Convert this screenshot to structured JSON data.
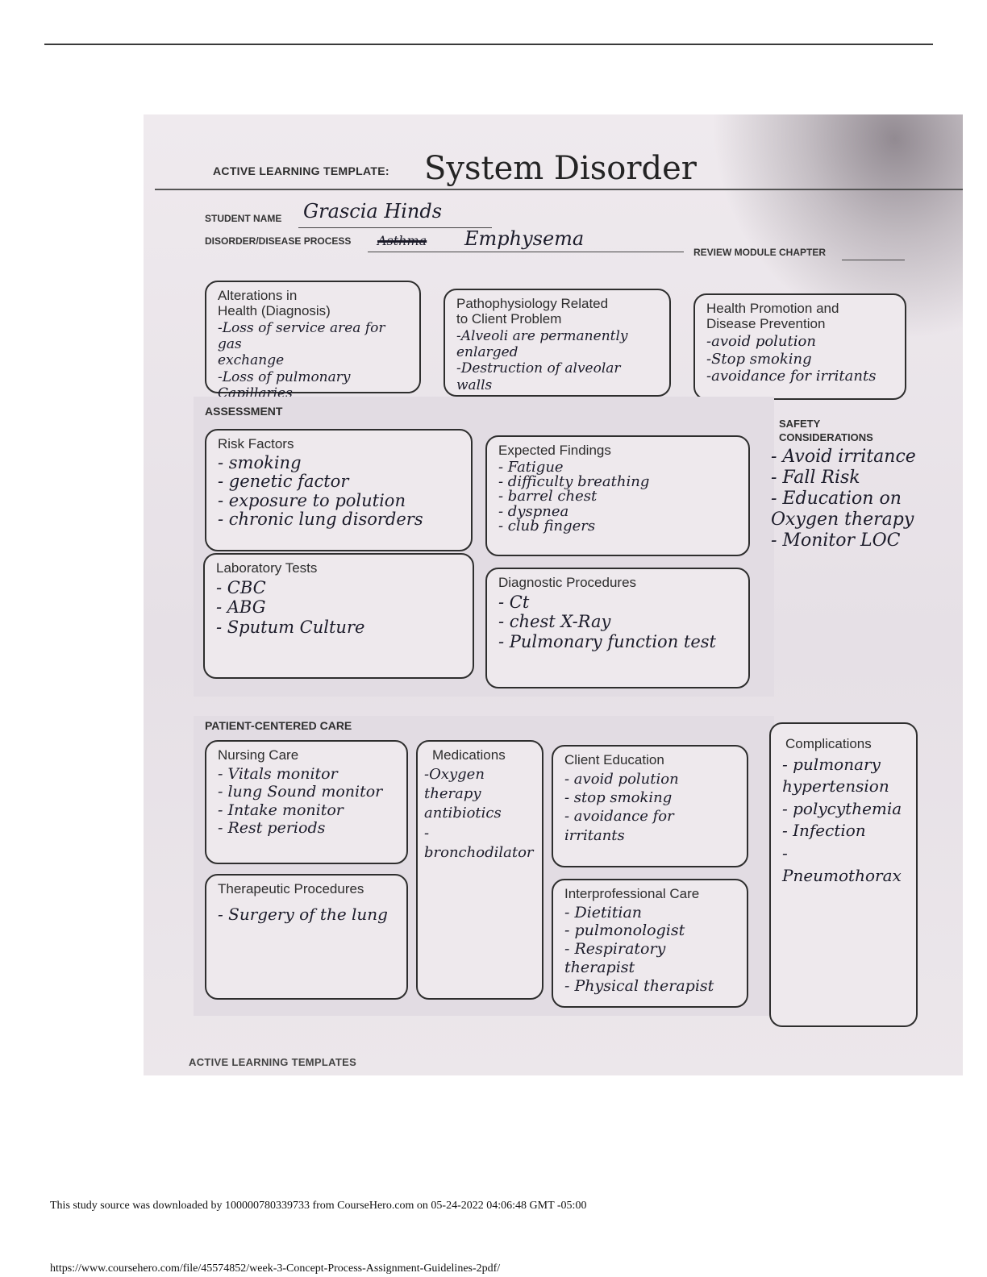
{
  "template": {
    "label": "ACTIVE LEARNING TEMPLATE:",
    "title": "System Disorder"
  },
  "header": {
    "student_name_label": "STUDENT NAME",
    "student_name": "Grascia Hinds",
    "disorder_label": "DISORDER/DISEASE PROCESS",
    "disorder_struck": "Asthma",
    "disorder": "Emphysema",
    "review_label": "REVIEW MODULE CHAPTER"
  },
  "top_boxes": {
    "alterations": {
      "title": "Alterations in\nHealth (Diagnosis)",
      "text": "-Loss of service area for gas\nexchange\n-Loss of pulmonary Capillaries\n-Impaired gas exchange"
    },
    "pathophysiology": {
      "title": "Pathophysiology Related\nto Client Problem",
      "text": "-Alveoli are permanently\nenlarged\n-Destruction of alveolar walls"
    },
    "health_promotion": {
      "title": "Health Promotion and\nDisease Prevention",
      "text": "-avoid polution\n-Stop smoking\n-avoidance for irritants"
    }
  },
  "assessment": {
    "label": "ASSESSMENT",
    "risk_factors": {
      "title": "Risk Factors",
      "text": "- smoking\n- genetic factor\n- exposure to polution\n- chronic lung disorders"
    },
    "expected_findings": {
      "title": "Expected Findings",
      "text": "- Fatigue\n- difficulty breathing\n- barrel chest\n- dyspnea\n- club fingers"
    },
    "laboratory_tests": {
      "title": "Laboratory Tests",
      "text": "- CBC\n- ABG\n- Sputum Culture"
    },
    "diagnostic_procedures": {
      "title": "Diagnostic Procedures",
      "text": "- Ct\n- chest X-Ray\n- Pulmonary function test"
    }
  },
  "safety": {
    "title": "SAFETY\nCONSIDERATIONS",
    "text": "- Avoid irritance\n- Fall Risk\n- Education on\nOxygen therapy\n- Monitor LOC"
  },
  "patient_centered_care": {
    "label": "PATIENT-CENTERED CARE",
    "nursing_care": {
      "title": "Nursing Care",
      "text": "- Vitals monitor\n- lung Sound monitor\n- Intake monitor\n- Rest periods"
    },
    "medications": {
      "title": "Medications",
      "text": "-Oxygen\ntherapy\nantibiotics\n-bronchodilator"
    },
    "client_education": {
      "title": "Client Education",
      "text": "- avoid polution\n- stop smoking\n- avoidance for irritants"
    },
    "therapeutic_procedures": {
      "title": "Therapeutic Procedures",
      "text": "- Surgery of the lung"
    },
    "interprofessional_care": {
      "title": "Interprofessional Care",
      "text": "- Dietitian\n- pulmonologist\n- Respiratory therapist\n- Physical therapist"
    },
    "complications": {
      "title": "Complications",
      "text": "- pulmonary\nhypertension\n- polycythemia\n- Infection\n- Pneumothorax"
    }
  },
  "footer": {
    "label": "ACTIVE LEARNING TEMPLATES",
    "source_note": "This study source was downloaded by 100000780339733 from CourseHero.com on 05-24-2022 04:06:48 GMT -05:00",
    "url": "https://www.coursehero.com/file/45574852/week-3-Concept-Process-Assignment-Guidelines-2pdf/"
  }
}
